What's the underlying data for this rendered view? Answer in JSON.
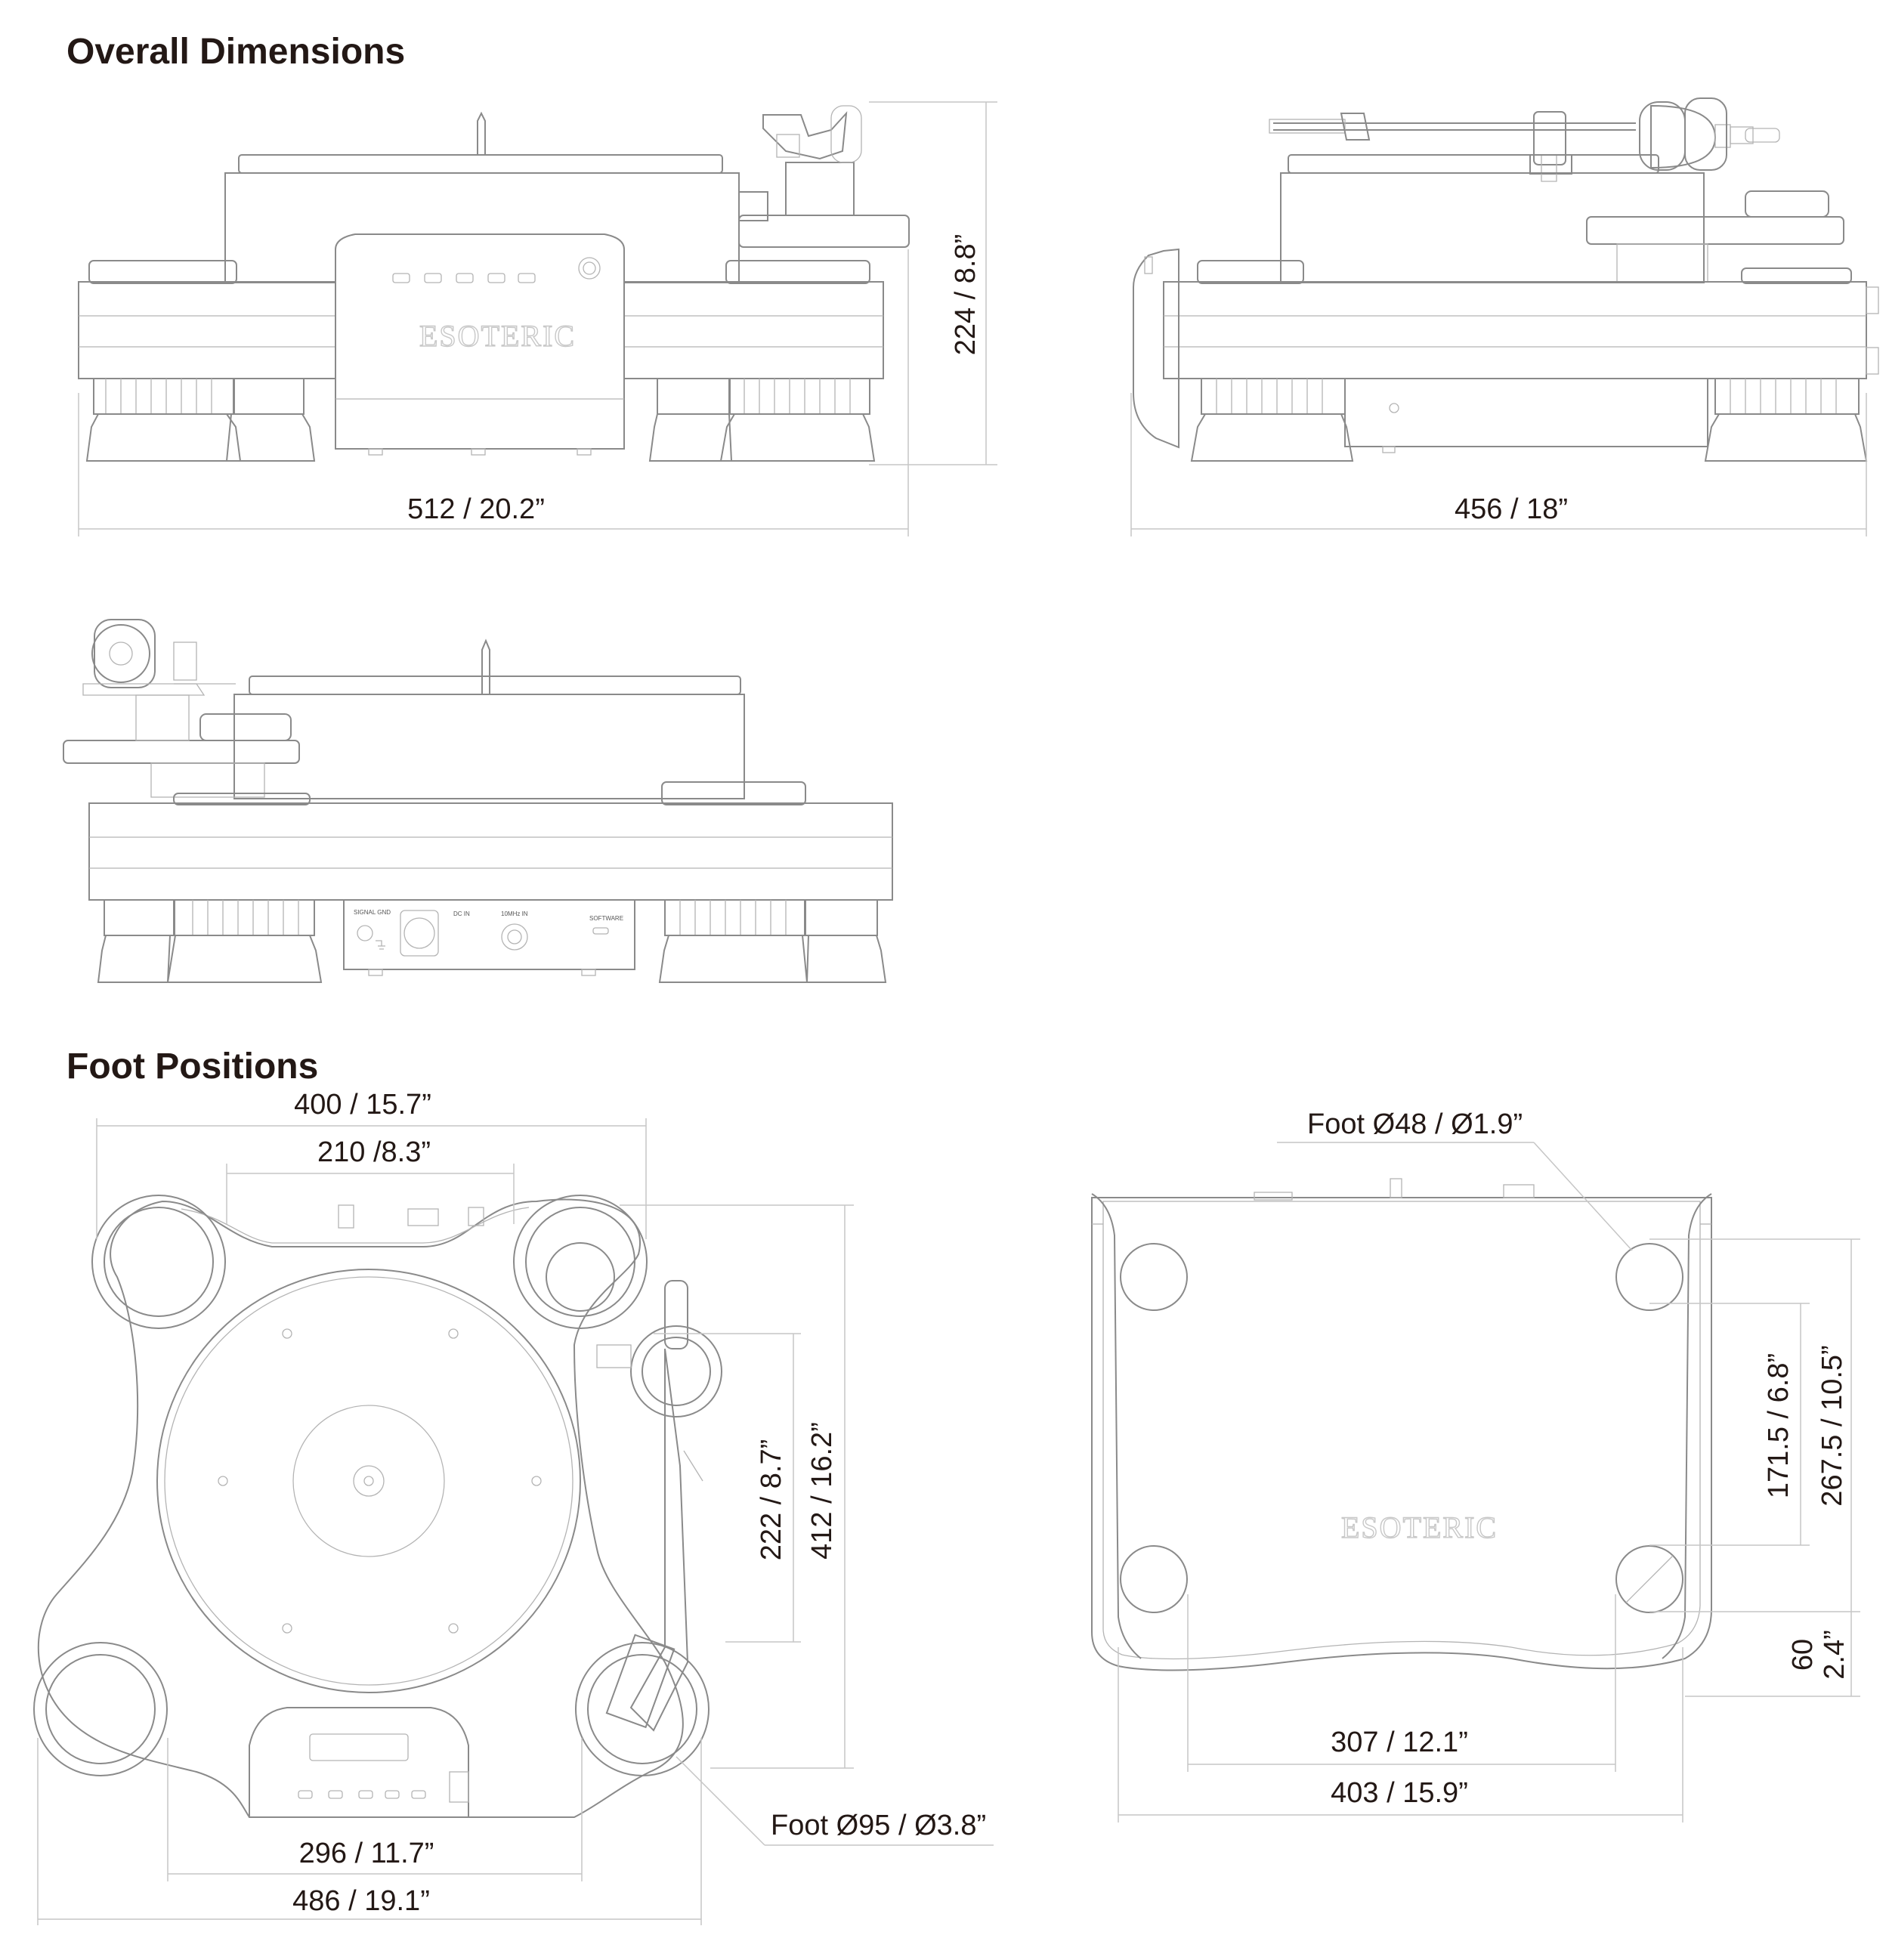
{
  "sections": {
    "overall": {
      "title": "Overall Dimensions"
    },
    "foot": {
      "title": "Foot Positions"
    }
  },
  "dimensions": {
    "front_width": "512 / 20.2”",
    "front_height": "224 / 8.8”",
    "side_depth": "456 / 18”",
    "top_400": "400 / 15.7”",
    "top_210": "210 /8.3”",
    "top_222": "222 / 8.7”",
    "top_412": "412 / 16.2”",
    "top_296": "296 / 11.7”",
    "top_486": "486 / 19.1”",
    "top_foot": "Foot Ø95 / Ø3.8”",
    "bottom_foot": "Foot Ø48 / Ø1.9”",
    "bottom_1715": "171.5 / 6.8”",
    "bottom_2675": "267.5 / 10.5”",
    "bottom_60_mm": "60",
    "bottom_60_in": "2.4”",
    "bottom_307": "307 / 12.1”",
    "bottom_403": "403 / 15.9”"
  },
  "rear_panel": {
    "signal_gnd": "SIGNAL GND",
    "dc_in": "DC IN",
    "clock_in": "10MHz IN",
    "software": "SOFTWARE"
  },
  "logo": "ESOTERIC"
}
